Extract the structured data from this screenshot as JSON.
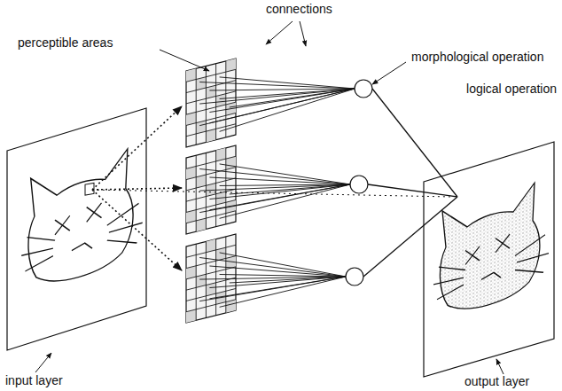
{
  "diagram": {
    "labels": [
      "connections",
      "perceptible areas",
      "morphological operation",
      "logical operation",
      "input layer",
      "output layer"
    ]
  }
}
